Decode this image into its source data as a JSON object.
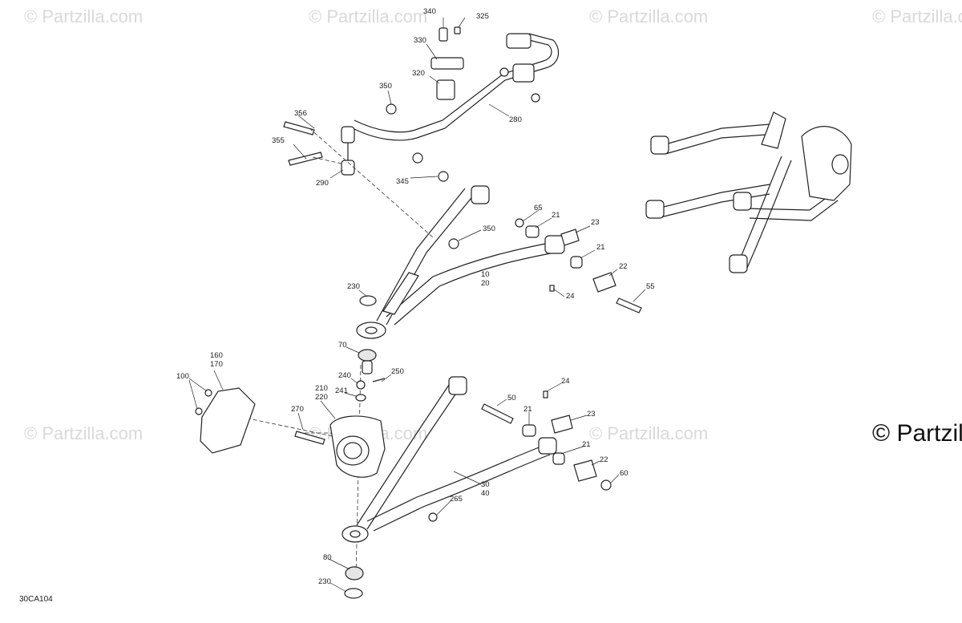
{
  "diagram": {
    "code": "30CA104",
    "watermark_text": "© Partzilla.com",
    "watermark_big": "© Partzilla",
    "labels": {
      "p340": "340",
      "p325": "325",
      "p330": "330",
      "p320": "320",
      "p350a": "350",
      "p356": "356",
      "p355": "355",
      "p290": "290",
      "p345": "345",
      "p280": "280",
      "p65": "65",
      "p21a": "21",
      "p23a": "23",
      "p350b": "350",
      "p21b": "21",
      "p22a": "22",
      "p55": "55",
      "p10": "10",
      "p20": "20",
      "p24a": "24",
      "p230a": "230",
      "p70": "70",
      "p250": "250",
      "p240": "240",
      "p241": "241",
      "p160": "160",
      "p170": "170",
      "p100": "100",
      "p210": "210",
      "p220": "220",
      "p270": "270",
      "p50": "50",
      "p24b": "24",
      "p21c": "21",
      "p23b": "23",
      "p21d": "21",
      "p22b": "22",
      "p60": "60",
      "p30": "30",
      "p40": "40",
      "p265": "265",
      "p80": "80",
      "p230b": "230"
    }
  }
}
